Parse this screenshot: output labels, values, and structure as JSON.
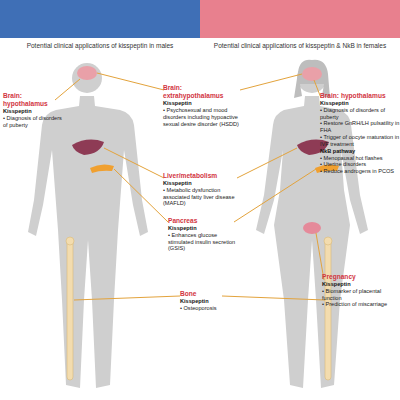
{
  "diagram": {
    "nodes": [
      {
        "text": [
          "Potential clinical applications of kisspeptin in males"
        ]
      },
      {
        "text": [
          "Potential clinical applications of kisspeptin & NkB in females"
        ]
      }
    ],
    "labels": [
      "Brain: extrahypothalamus",
      "Kisspeptin",
      "• Psychosexual and mood disorders including hypoactive sexual desire disorder (HSDD)",
      "Brain: hypothalamus",
      "Kisspeptin",
      "• Diagnosis of disorders of puberty",
      "Brain: hypothalamus",
      "Kisspeptin",
      "• Diagnosis of disorders of puberty",
      "• Restore GnRH/LH pulsatility in FHA",
      "• Trigger of oocyte maturation in IVF treatment",
      "NkB pathway",
      "• Menopausal hot flashes",
      "• Uterine disorders",
      "• Reduce androgens in PCOS",
      "Liver/metabolism",
      "Kisspeptin",
      "• Metabolic dysfunction associated fatty liver disease (MAFLD)",
      "Pancreas",
      "Kisspeptin",
      "• Enhances glucose stimulated insulin secretion (GSIS)",
      "Pregnancy",
      "Kisspeptin",
      "• Biomarker of placental function",
      "• Prediction of miscarriage",
      "Bone",
      "Kisspeptin",
      "• Osteoporosis"
    ]
  }
}
